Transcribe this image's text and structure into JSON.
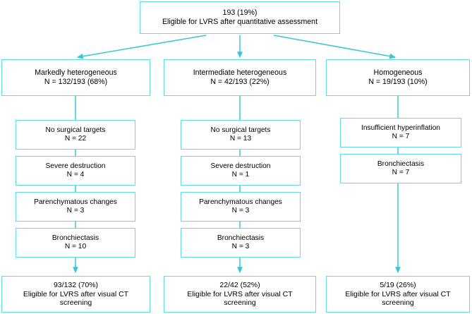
{
  "figure": {
    "type": "flowchart",
    "title": "LVRS eligibility screening flow",
    "accent_color": "#5fdce4",
    "text_color": "#000000",
    "background": "#ffffff"
  },
  "top": {
    "line1": "193 (19%)",
    "line2": "Eligible for LVRS after quantitative assessment"
  },
  "columns": [
    {
      "id": "markedly-heterogeneous",
      "category": {
        "line1": "Markedly heterogeneous",
        "line2": "N = 132/193 (68%)"
      },
      "exclusions": [
        {
          "label": "No surgical targets",
          "count": "N = 22"
        },
        {
          "label": "Severe destruction",
          "count": "N = 4"
        },
        {
          "label": "Parenchymatous changes",
          "count": "N = 3"
        },
        {
          "label": "Bronchiectasis",
          "count": "N = 10"
        }
      ],
      "outcome": {
        "line1": "93/132 (70%)",
        "line2": "Eligible for LVRS after visual CT",
        "line3": "screening"
      }
    },
    {
      "id": "intermediate-heterogeneous",
      "category": {
        "line1": "Intermediate heterogeneous",
        "line2": "N = 42/193 (22%)"
      },
      "exclusions": [
        {
          "label": "No surgical targets",
          "count": "N = 13"
        },
        {
          "label": "Severe destruction",
          "count": "N = 1"
        },
        {
          "label": "Parenchymatous changes",
          "count": "N = 3"
        },
        {
          "label": "Bronchiectasis",
          "count": "N = 3"
        }
      ],
      "outcome": {
        "line1": "22/42 (52%)",
        "line2": "Eligible for LVRS after visual CT",
        "line3": "screening"
      }
    },
    {
      "id": "homogeneous",
      "category": {
        "line1": "Homogeneous",
        "line2": "N = 19/193 (10%)"
      },
      "exclusions": [
        {
          "label": "Insufficient hyperinflation",
          "count": "N = 7"
        },
        {
          "label": "Bronchiectasis",
          "count": "N = 7"
        }
      ],
      "outcome": {
        "line1": "5/19 (26%)",
        "line2": "Eligible for LVRS after visual CT",
        "line3": "screening"
      }
    }
  ]
}
